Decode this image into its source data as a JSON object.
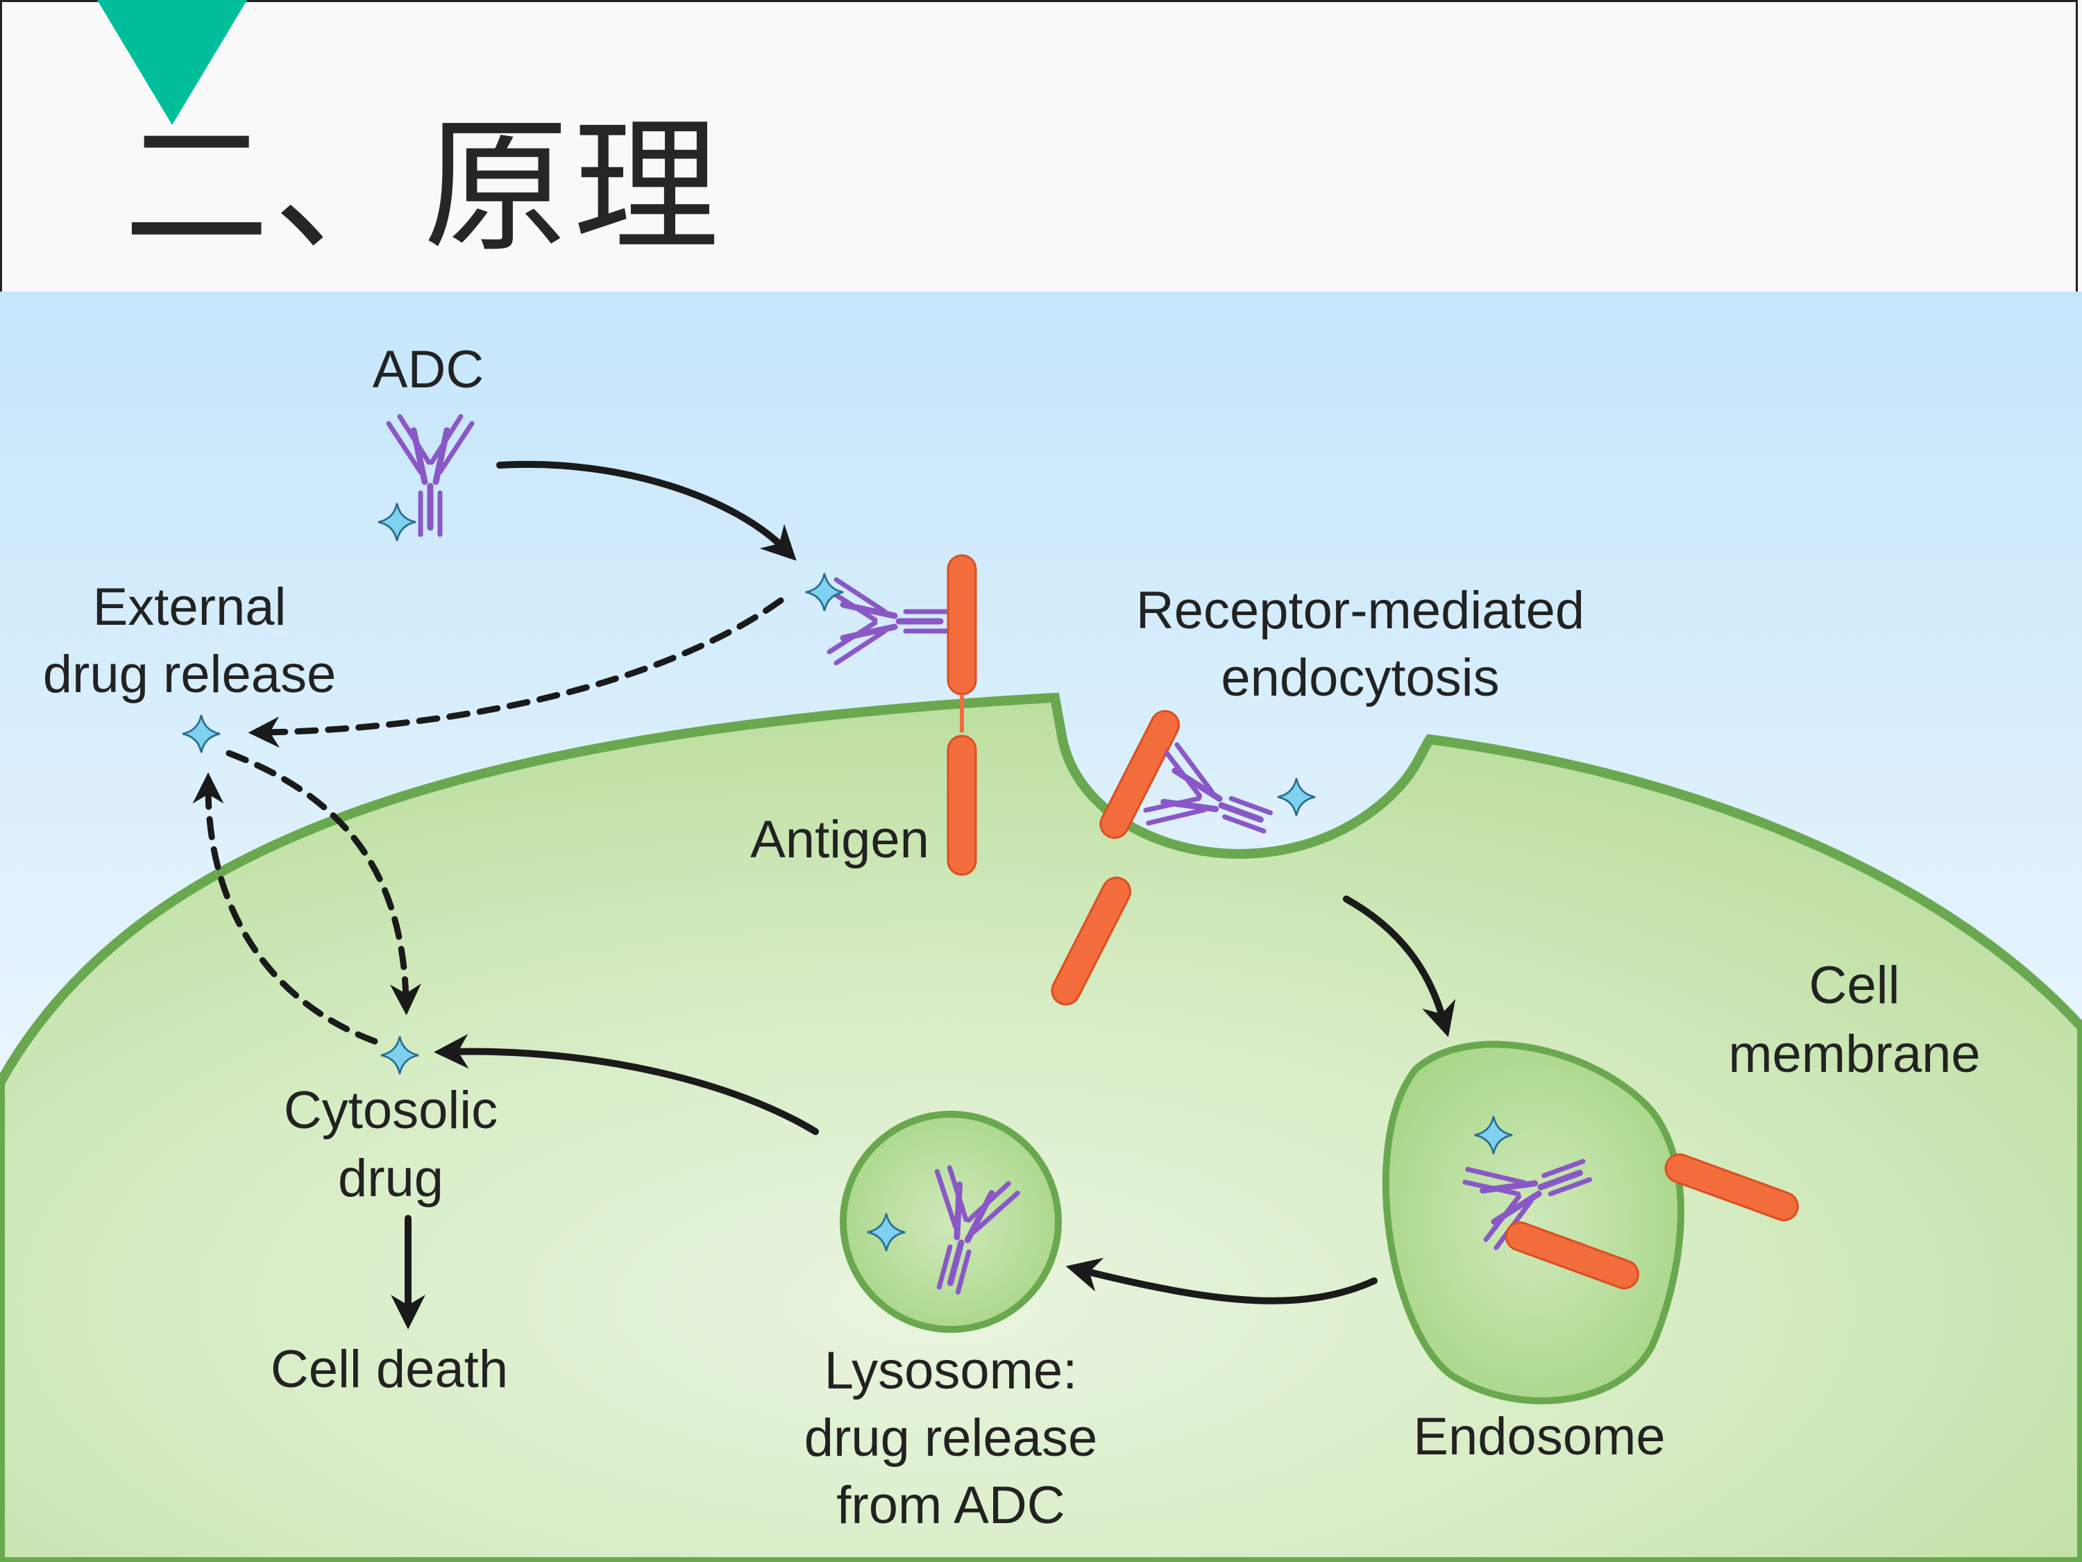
{
  "slide": {
    "title": "二、原理",
    "accent_color": "#00bf9a"
  },
  "diagram": {
    "labels": {
      "adc": "ADC",
      "external_line1": "External",
      "external_line2": "drug release",
      "receptor_line1": "Receptor-mediated",
      "receptor_line2": "endocytosis",
      "antigen": "Antigen",
      "cell_membrane_line1": "Cell",
      "cell_membrane_line2": "membrane",
      "cytosolic_line1": "Cytosolic",
      "cytosolic_line2": "drug",
      "cell_death": "Cell death",
      "lysosome_line1": "Lysosome:",
      "lysosome_line2": "drug release",
      "lysosome_line3": "from ADC",
      "endosome": "Endosome"
    },
    "colors": {
      "sky_top": "#cbe8fb",
      "sky_bottom": "#eef7fd",
      "cell_fill": "#cfe6b6",
      "cell_border": "#6aa84f",
      "antibody": "#8a58c6",
      "antigen": "#f26c3c",
      "drug_star": "#5bc3ea",
      "arrow": "#1a1a1a"
    }
  }
}
